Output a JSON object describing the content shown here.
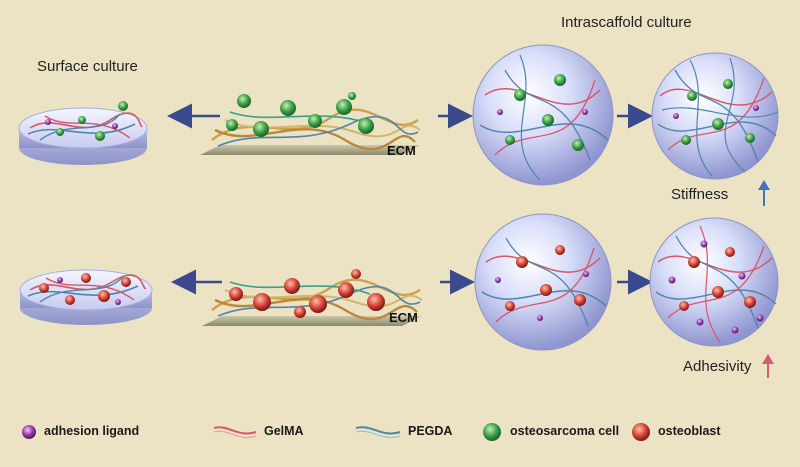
{
  "titles": {
    "surface": "Surface culture",
    "intrascaffold": "Intrascaffold culture"
  },
  "labels": {
    "ecm_top": "ECM",
    "ecm_bottom": "ECM",
    "stiffness": "Stiffness",
    "adhesivity": "Adhesivity"
  },
  "legend": {
    "adhesion_ligand": "adhesion  ligand",
    "gelma": "GelMA",
    "pegda": "PEGDA",
    "osteosarcoma": "osteosarcoma  cell",
    "osteoblast": "osteoblast"
  },
  "colors": {
    "background": "#ece3c4",
    "gelma": "#d9556c",
    "pegda": "#4f86a8",
    "arrow": "#3b4a8c",
    "osteosarcoma": "#3a9a4a",
    "osteoblast": "#c94a3a",
    "ligand": "#8e3aa0",
    "stiffness_arrow": "#4a6fc0",
    "adhesivity_arrow": "#d85a78"
  }
}
